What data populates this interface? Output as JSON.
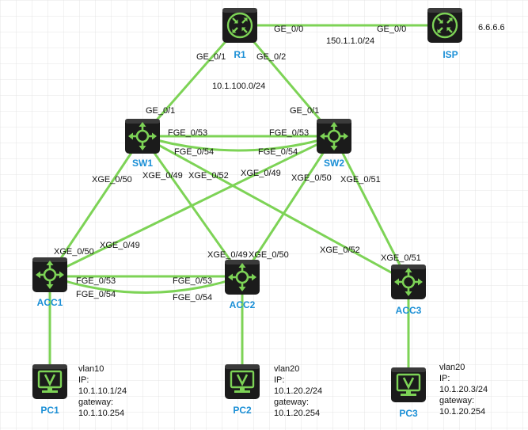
{
  "colors": {
    "link": "#7dd356",
    "device_fill": "#1b1b1b",
    "device_accent": "#7dd356",
    "device_name": "#1a8fd6",
    "grid": "#e4e4e4"
  },
  "devices": [
    {
      "id": "R1",
      "name": "R1",
      "icon": "router-icon"
    },
    {
      "id": "ISP",
      "name": "ISP",
      "icon": "router-icon"
    },
    {
      "id": "SW1",
      "name": "SW1",
      "icon": "layer3-switch-icon"
    },
    {
      "id": "SW2",
      "name": "SW2",
      "icon": "layer3-switch-icon"
    },
    {
      "id": "ACC1",
      "name": "ACC1",
      "icon": "layer3-switch-icon"
    },
    {
      "id": "ACC2",
      "name": "ACC2",
      "icon": "layer3-switch-icon"
    },
    {
      "id": "ACC3",
      "name": "ACC3",
      "icon": "layer3-switch-icon"
    },
    {
      "id": "PC1",
      "name": "PC1",
      "icon": "pc-icon"
    },
    {
      "id": "PC2",
      "name": "PC2",
      "icon": "pc-icon"
    },
    {
      "id": "PC3",
      "name": "PC3",
      "icon": "pc-icon"
    }
  ],
  "links": [
    {
      "a": "R1",
      "b": "ISP",
      "a_port": "GE_0/0",
      "b_port": "GE_0/0"
    },
    {
      "a": "R1",
      "b": "SW1",
      "a_port": "GE_0/1",
      "b_port": "GE_0/1"
    },
    {
      "a": "R1",
      "b": "SW2",
      "a_port": "GE_0/2",
      "b_port": "GE_0/1"
    },
    {
      "a": "SW1",
      "b": "SW2",
      "a_port": "FGE_0/53",
      "b_port": "FGE_0/53"
    },
    {
      "a": "SW1",
      "b": "SW2",
      "a_port": "FGE_0/54",
      "b_port": "FGE_0/54"
    },
    {
      "a": "SW1",
      "b": "ACC1",
      "a_port": "XGE_0/50",
      "b_port": "XGE_0/50"
    },
    {
      "a": "SW1",
      "b": "ACC2",
      "a_port": "XGE_0/49",
      "b_port": "XGE_0/49"
    },
    {
      "a": "SW1",
      "b": "ACC3",
      "a_port": "XGE_0/52",
      "b_port": "XGE_0/52"
    },
    {
      "a": "SW2",
      "b": "ACC1",
      "a_port": "XGE_0/49",
      "b_port": "XGE_0/49"
    },
    {
      "a": "SW2",
      "b": "ACC2",
      "a_port": "XGE_0/50",
      "b_port": "XGE_0/50"
    },
    {
      "a": "SW2",
      "b": "ACC3",
      "a_port": "XGE_0/51",
      "b_port": "XGE_0/51"
    },
    {
      "a": "ACC1",
      "b": "ACC2",
      "a_port": "FGE_0/53",
      "b_port": "FGE_0/53"
    },
    {
      "a": "ACC1",
      "b": "ACC2",
      "a_port": "FGE_0/54",
      "b_port": "FGE_0/54"
    },
    {
      "a": "ACC1",
      "b": "PC1"
    },
    {
      "a": "ACC2",
      "b": "PC2"
    },
    {
      "a": "ACC3",
      "b": "PC3"
    }
  ],
  "networks": {
    "isp_link": "150.1.1.0/24",
    "core": "10.1.100.0/24",
    "isp_address": "6.6.6.6"
  },
  "hosts": {
    "pc1": {
      "vlan": "vlan10",
      "ip_label": "IP:",
      "ip": "10.1.10.1/24",
      "gw_label": "gateway:",
      "gw": "10.1.10.254"
    },
    "pc2": {
      "vlan": "vlan20",
      "ip_label": "IP:",
      "ip": "10.1.20.2/24",
      "gw_label": "gateway:",
      "gw": "10.1.20.254"
    },
    "pc3": {
      "vlan": "vlan20",
      "ip_label": "IP:",
      "ip": "10.1.20.3/24",
      "gw_label": "gateway:",
      "gw": "10.1.20.254"
    }
  }
}
